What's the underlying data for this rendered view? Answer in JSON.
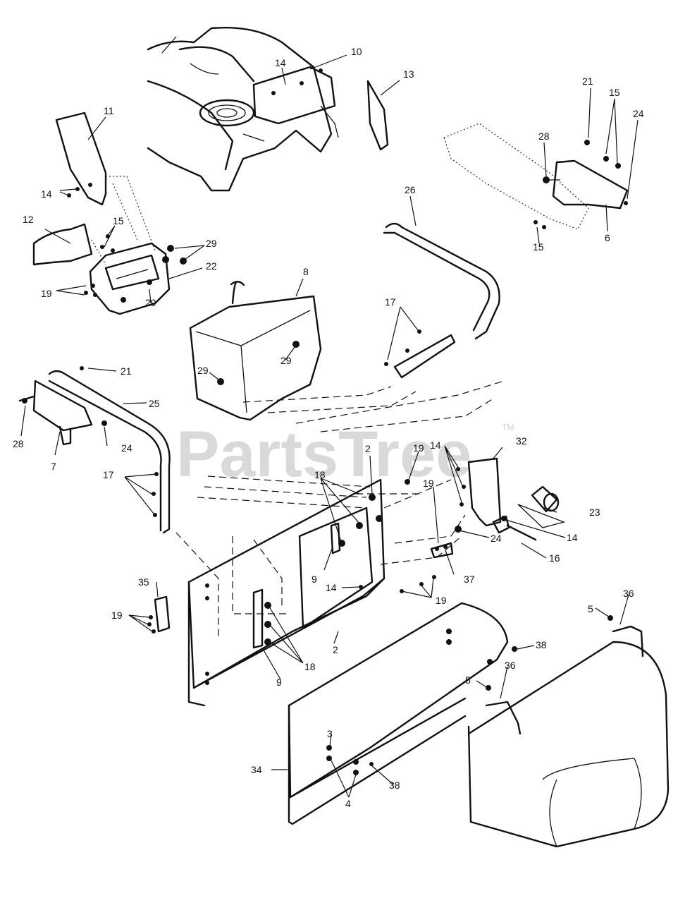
{
  "watermark": {
    "text": "PartsTree",
    "mark": "TM"
  },
  "callouts": [
    {
      "id": "c10",
      "label": "10"
    },
    {
      "id": "c14a",
      "label": "14"
    },
    {
      "id": "c13",
      "label": "13"
    },
    {
      "id": "c11",
      "label": "11"
    },
    {
      "id": "c14b",
      "label": "14"
    },
    {
      "id": "c12",
      "label": "12"
    },
    {
      "id": "c15a",
      "label": "15"
    },
    {
      "id": "c29a",
      "label": "29"
    },
    {
      "id": "c22",
      "label": "22"
    },
    {
      "id": "c19a",
      "label": "19"
    },
    {
      "id": "c29b",
      "label": "29"
    },
    {
      "id": "c21a",
      "label": "21"
    },
    {
      "id": "c15b",
      "label": "15"
    },
    {
      "id": "c24a",
      "label": "24"
    },
    {
      "id": "c28a",
      "label": "28"
    },
    {
      "id": "c15c",
      "label": "15"
    },
    {
      "id": "c6",
      "label": "6"
    },
    {
      "id": "c26",
      "label": "26"
    },
    {
      "id": "c8",
      "label": "8"
    },
    {
      "id": "c17a",
      "label": "17"
    },
    {
      "id": "c29c",
      "label": "29"
    },
    {
      "id": "c29d",
      "label": "29"
    },
    {
      "id": "c21b",
      "label": "21"
    },
    {
      "id": "c25",
      "label": "25"
    },
    {
      "id": "c28b",
      "label": "28"
    },
    {
      "id": "c24b",
      "label": "24"
    },
    {
      "id": "c7",
      "label": "7"
    },
    {
      "id": "c17b",
      "label": "17"
    },
    {
      "id": "c2a",
      "label": "2"
    },
    {
      "id": "c19b",
      "label": "19"
    },
    {
      "id": "c14c",
      "label": "14"
    },
    {
      "id": "c32",
      "label": "32"
    },
    {
      "id": "c18a",
      "label": "18"
    },
    {
      "id": "c19c",
      "label": "19"
    },
    {
      "id": "c23",
      "label": "23"
    },
    {
      "id": "c14d",
      "label": "14"
    },
    {
      "id": "c24c",
      "label": "24"
    },
    {
      "id": "c16",
      "label": "16"
    },
    {
      "id": "c9a",
      "label": "9"
    },
    {
      "id": "c37",
      "label": "37"
    },
    {
      "id": "c14e",
      "label": "14"
    },
    {
      "id": "c19d",
      "label": "19"
    },
    {
      "id": "c35",
      "label": "35"
    },
    {
      "id": "c19e",
      "label": "19"
    },
    {
      "id": "c2b",
      "label": "2"
    },
    {
      "id": "c18b",
      "label": "18"
    },
    {
      "id": "c9b",
      "label": "9"
    },
    {
      "id": "c5a",
      "label": "5"
    },
    {
      "id": "c36a",
      "label": "36"
    },
    {
      "id": "c38a",
      "label": "38"
    },
    {
      "id": "c36b",
      "label": "36"
    },
    {
      "id": "c5b",
      "label": "5"
    },
    {
      "id": "c3",
      "label": "3"
    },
    {
      "id": "c34",
      "label": "34"
    },
    {
      "id": "c38b",
      "label": "38"
    },
    {
      "id": "c4",
      "label": "4"
    }
  ]
}
